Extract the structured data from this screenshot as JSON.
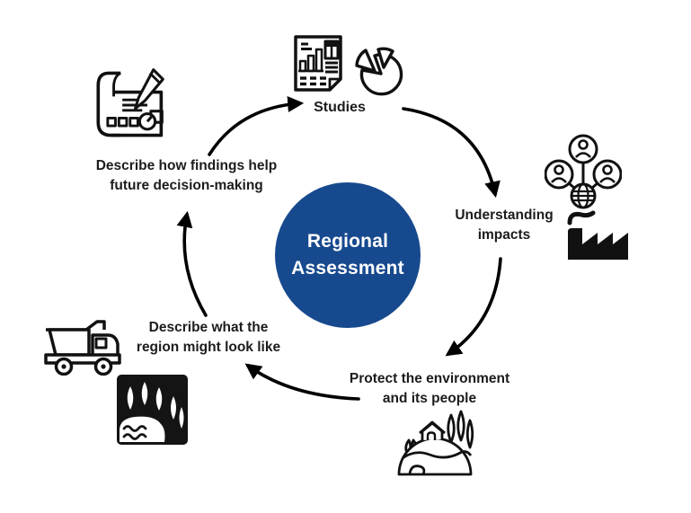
{
  "center": {
    "title": "Regional\nAssessment",
    "bg_color": "#17498E",
    "text_color": "#FFFFFF"
  },
  "stages": [
    {
      "id": "studies",
      "label": "Studies",
      "icons": [
        "report-chart-icon",
        "pie-chart-icon"
      ]
    },
    {
      "id": "understanding-impacts",
      "label": "Understanding\nimpacts",
      "icons": [
        "people-globe-icon",
        "factory-icon"
      ]
    },
    {
      "id": "protect-environment",
      "label": "Protect the environment\nand its people",
      "icons": [
        "earth-nature-icon"
      ]
    },
    {
      "id": "describe-region",
      "label": "Describe what the\nregion might look like",
      "icons": [
        "truck-icon",
        "forest-trees-icon"
      ]
    },
    {
      "id": "findings-decisions",
      "label": "Describe how findings help\nfuture decision-making",
      "icons": [
        "plan-pencil-icon"
      ]
    }
  ],
  "flow": {
    "direction": "clockwise",
    "arrow_color": "#000000",
    "arrows": [
      {
        "from": "findings-decisions",
        "to": "studies"
      },
      {
        "from": "studies",
        "to": "understanding-impacts"
      },
      {
        "from": "understanding-impacts",
        "to": "protect-environment"
      },
      {
        "from": "protect-environment",
        "to": "describe-region"
      },
      {
        "from": "describe-region",
        "to": "findings-decisions"
      }
    ]
  },
  "colors": {
    "background": "#FFFFFF",
    "label_text": "#1C1C1C",
    "icon_stroke": "#111111"
  }
}
